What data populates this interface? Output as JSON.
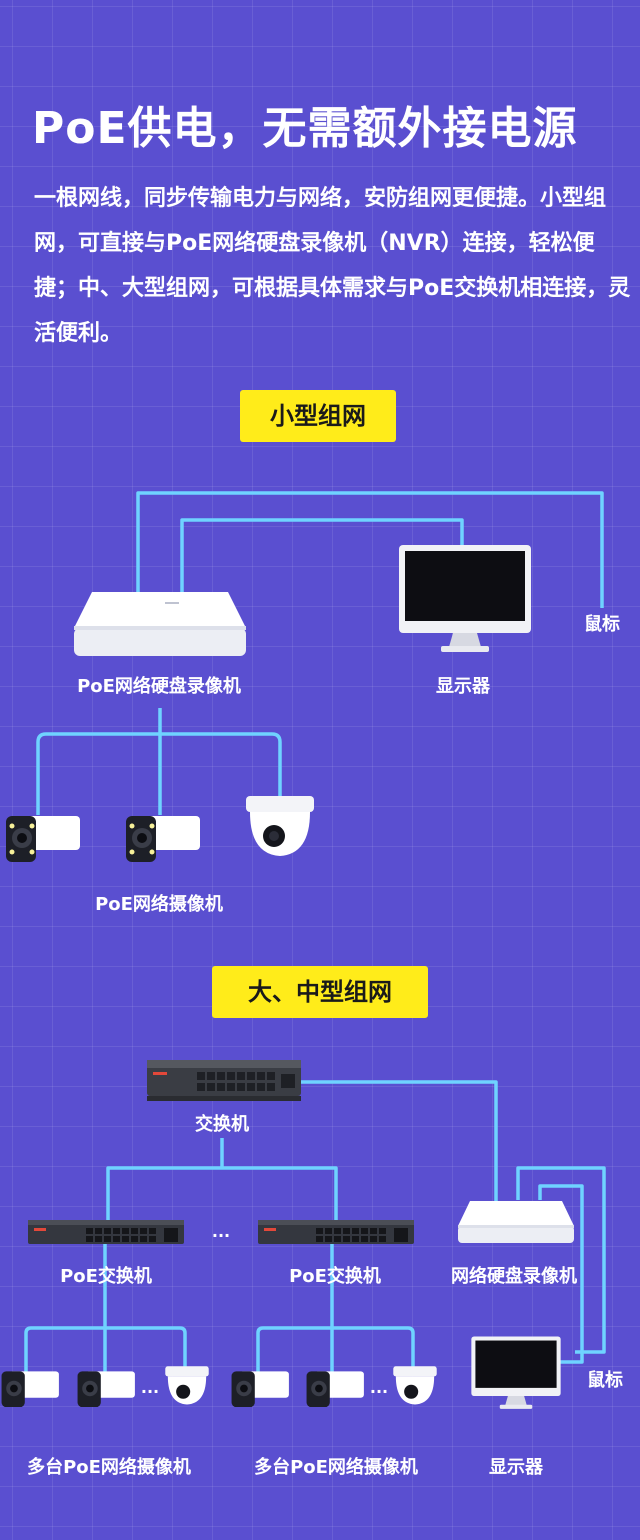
{
  "header": {
    "title": "PoE供电，无需额外接电源",
    "description": "一根网线，同步传输电力与网络，安防组网更便捷。小型组网，可直接与PoE网络硬盘录像机（NVR）连接，轻松便捷；中、大型组网，可根据具体需求与PoE交换机相连接，灵活便利。"
  },
  "small_network": {
    "badge": "小型组网",
    "nvr_label": "PoE网络硬盘录像机",
    "monitor_label": "显示器",
    "mouse_label": "鼠标",
    "cameras_label": "PoE网络摄像机"
  },
  "large_network": {
    "badge": "大、中型组网",
    "switch_label": "交换机",
    "poe_switch_left_label": "PoE交换机",
    "poe_switch_right_label": "PoE交换机",
    "nvr_label": "网络硬盘录像机",
    "mouse_label": "鼠标",
    "monitor_label": "显示器",
    "cameras_left_label": "多台PoE网络摄像机",
    "cameras_right_label": "多台PoE网络摄像机",
    "ellipsis": "..."
  },
  "colors": {
    "background": "#5a4fd0",
    "line": "#6fd3ff",
    "badge": "#ffec1a"
  }
}
